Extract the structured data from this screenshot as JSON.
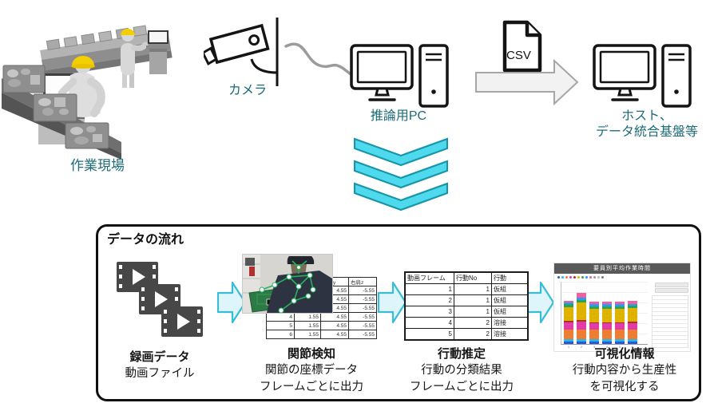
{
  "top": {
    "worksite_label": "作業現場",
    "camera_label": "カメラ",
    "inference_pc_label": "推論用PC",
    "csv_label": "CSV",
    "host_label_line1": "ホスト、",
    "host_label_line2": "データ統合基盤等"
  },
  "flow_box": {
    "title": "データの流れ",
    "stages": [
      {
        "title": "録画データ",
        "desc1": "動画ファイル",
        "desc2": ""
      },
      {
        "title": "関節検知",
        "desc1": "関節の座標データ",
        "desc2": "フレームごとに出力"
      },
      {
        "title": "行動推定",
        "desc1": "行動の分類結果",
        "desc2": "フレームごとに出力"
      },
      {
        "title": "可視化情報",
        "desc1": "行動内容から生産性",
        "desc2": "を可視化する"
      }
    ],
    "joint_table": {
      "headers": [
        "",
        "",
        "右肩y",
        "右肩z"
      ],
      "rows": [
        [
          "",
          "",
          "4.55",
          "-5.55"
        ],
        [
          "",
          "",
          "4.55",
          "-5.55"
        ],
        [
          "",
          "",
          "4.55",
          "-5.55"
        ],
        [
          "4",
          "1.55",
          "4.55",
          "-5.55"
        ],
        [
          "5",
          "1.55",
          "4.55",
          "-5.55"
        ],
        [
          "6",
          "1.55",
          "4.55",
          "-5.55"
        ]
      ]
    },
    "action_table": {
      "headers": [
        "動画フレーム",
        "行動No",
        "行動"
      ],
      "rows": [
        [
          "1",
          "1",
          "仮組"
        ],
        [
          "2",
          "1",
          "仮組"
        ],
        [
          "3",
          "1",
          "仮組"
        ],
        [
          "4",
          "2",
          "溶接"
        ],
        [
          "5",
          "2",
          "溶接"
        ]
      ]
    }
  },
  "chart_data": {
    "type": "bar",
    "stacked": true,
    "title": "要員別平均作業時間",
    "categories": [
      "1",
      "2",
      "3",
      "4",
      "5",
      "6"
    ],
    "series": [
      {
        "name": "segment-blue",
        "color": "#2458dc",
        "values": [
          4,
          4,
          4,
          4,
          4,
          4
        ]
      },
      {
        "name": "segment-cyan",
        "color": "#29b9e8",
        "values": [
          3,
          3,
          3,
          3,
          3,
          3
        ]
      },
      {
        "name": "segment-orange",
        "color": "#ed7d31",
        "values": [
          16,
          15,
          15,
          15,
          15,
          15
        ]
      },
      {
        "name": "segment-magenta",
        "color": "#e23cab",
        "values": [
          11,
          13,
          10,
          10,
          10,
          11
        ]
      },
      {
        "name": "segment-darkred",
        "color": "#a83226",
        "values": [
          2,
          3,
          2,
          2,
          2,
          2
        ]
      },
      {
        "name": "segment-yellow",
        "color": "#dfb200",
        "values": [
          22,
          27,
          21,
          21,
          21,
          21
        ]
      },
      {
        "name": "segment-green",
        "color": "#27a35d",
        "values": [
          4,
          4,
          4,
          4,
          4,
          4
        ]
      },
      {
        "name": "segment-skyblue",
        "color": "#2e9bf0",
        "values": [
          3,
          4,
          3,
          3,
          3,
          3
        ]
      },
      {
        "name": "segment-pink",
        "color": "#f0609f",
        "values": [
          3,
          7,
          4,
          4,
          4,
          4
        ]
      }
    ],
    "legend_position": "top",
    "xlabel": "",
    "ylabel": ""
  },
  "colors": {
    "teal_text": "#1c6b79",
    "chevron_fill": "#4fd9ec",
    "chevron_stroke": "#1795ab",
    "flow_arrow_fill": "#def6fb",
    "flow_arrow_stroke": "#38bcd8",
    "gray_arrow_fill": "#f2f2f2",
    "gray_arrow_stroke": "#a6a6a6"
  }
}
